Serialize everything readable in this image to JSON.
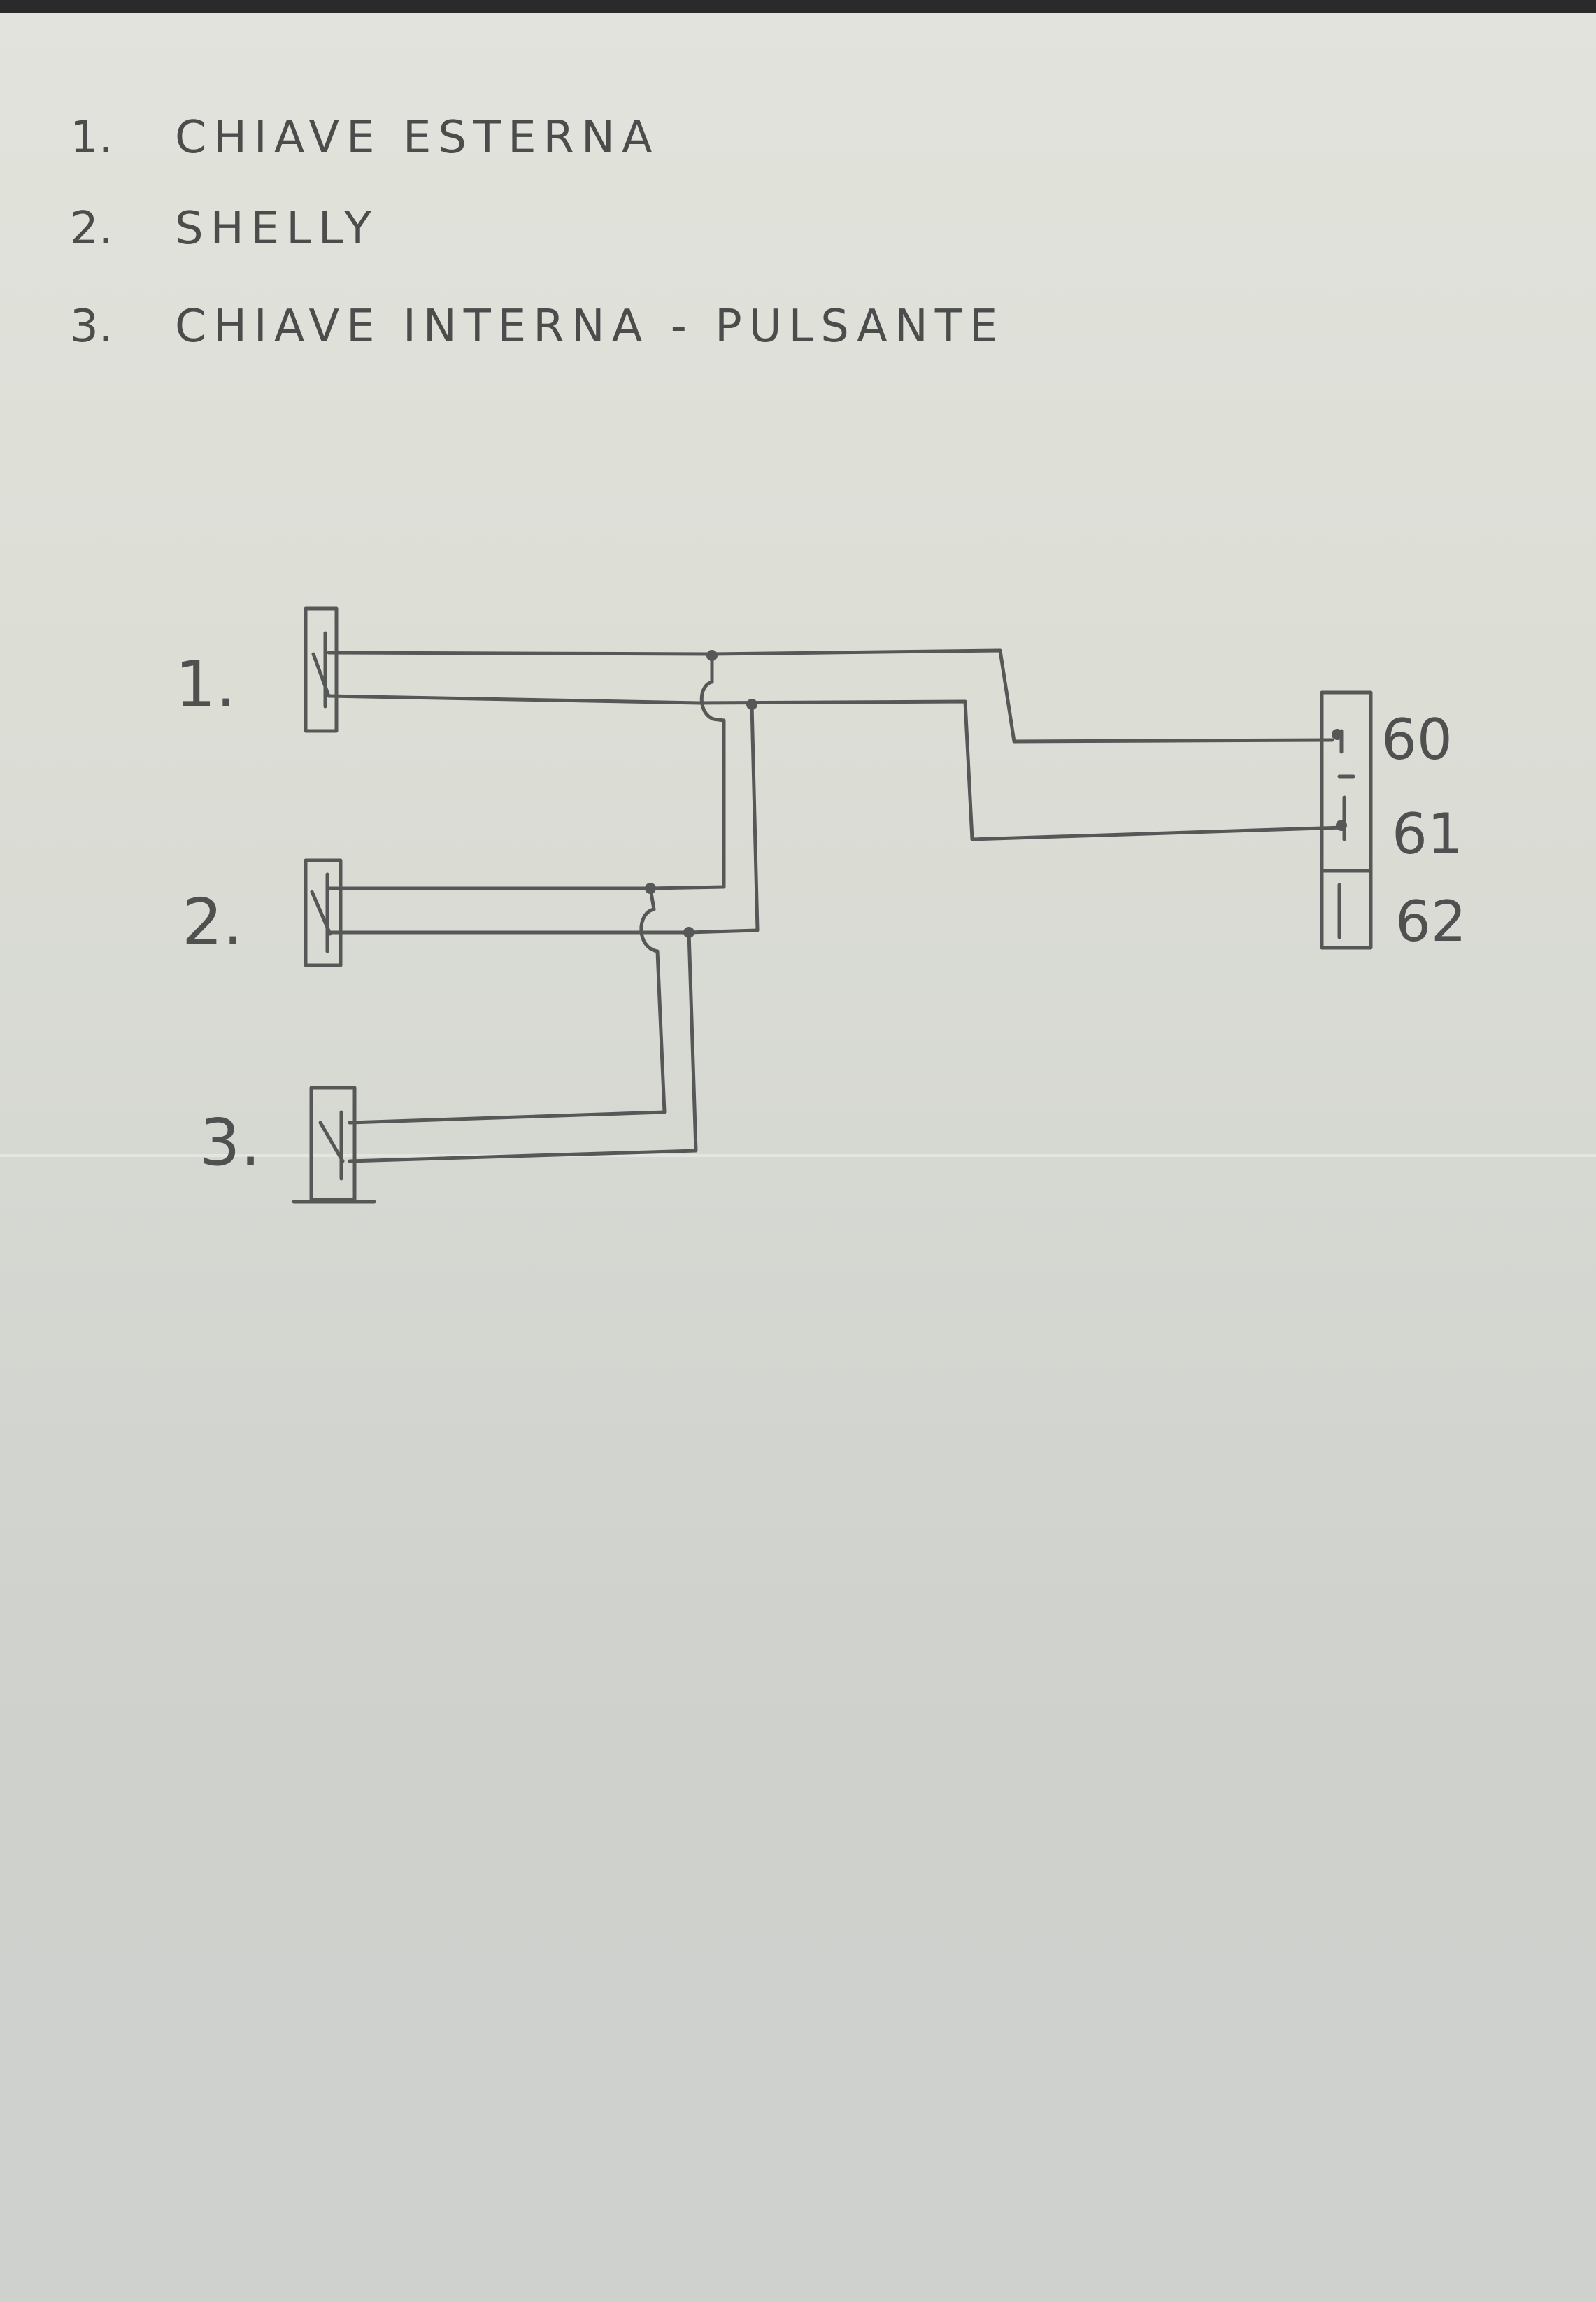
{
  "legend": [
    {
      "number": "1.",
      "text": "CHIAVE ESTERNA"
    },
    {
      "number": "2.",
      "text": "SHELLY"
    },
    {
      "number": "3.",
      "text": "CHIAVE INTERNA - PULSANTE"
    }
  ],
  "devices": [
    {
      "label": "1."
    },
    {
      "label": "2."
    },
    {
      "label": "3."
    }
  ],
  "terminals": [
    {
      "label": "60"
    },
    {
      "label": "61"
    },
    {
      "label": "62"
    }
  ],
  "colors": {
    "pencil": "#555857",
    "paper": "#dcded6"
  }
}
